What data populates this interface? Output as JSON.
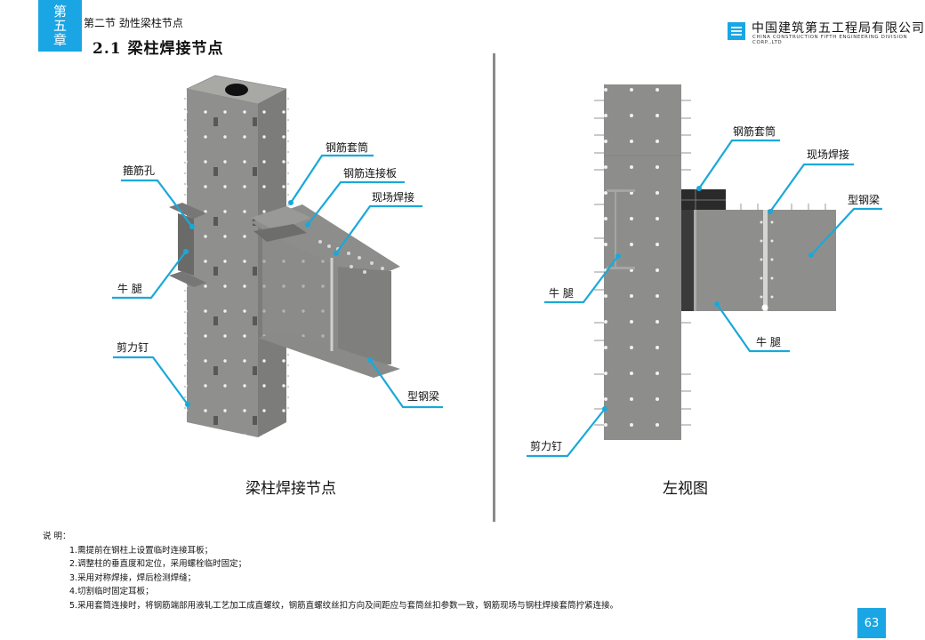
{
  "header": {
    "chapter_tab": [
      "第",
      "五",
      "章"
    ],
    "section": "第二节 劲性梁柱节点",
    "subsection": "2.1 梁柱焊接节点",
    "company_cn": "中国建筑第五工程局有限公司",
    "company_en": "CHINA CONSTRUCTION FIFTH ENGINEERING DIVISION CORP.,LTD"
  },
  "figures": {
    "left": {
      "caption": "梁柱焊接节点",
      "labels": {
        "sleeve": "钢筋套筒",
        "stirrup_hole": "箍筋孔",
        "rebar_plate": "钢筋连接板",
        "site_weld": "现场焊接",
        "corbel": "牛 腿",
        "shear_stud": "剪力钉",
        "steel_beam": "型钢梁"
      }
    },
    "right": {
      "caption": "左视图",
      "labels": {
        "sleeve": "钢筋套筒",
        "site_weld": "现场焊接",
        "steel_beam": "型钢梁",
        "corbel_left": "牛 腿",
        "corbel_bottom": "牛 腿",
        "shear_stud": "剪力钉"
      }
    }
  },
  "notes": {
    "heading": "说 明：",
    "items": [
      "1.需提前在钢柱上设置临时连接耳板；",
      "2.调整柱的垂直度和定位，采用螺栓临时固定；",
      "3.采用对称焊接，焊后检测焊缝；",
      "4.切割临时固定耳板；",
      "5.采用套筒连接时，将钢筋端部用液轧工艺加工成直螺纹，钢筋直螺纹丝扣方向及间距应与套筒丝扣参数一致，钢筋现场与钢柱焊接套筒拧紧连接。"
    ]
  },
  "page_number": "63",
  "colors": {
    "accent": "#1aa6e4",
    "leader": "#1ba8d9",
    "steel": "#8e8f8c",
    "divider": "#8a8a8a"
  }
}
